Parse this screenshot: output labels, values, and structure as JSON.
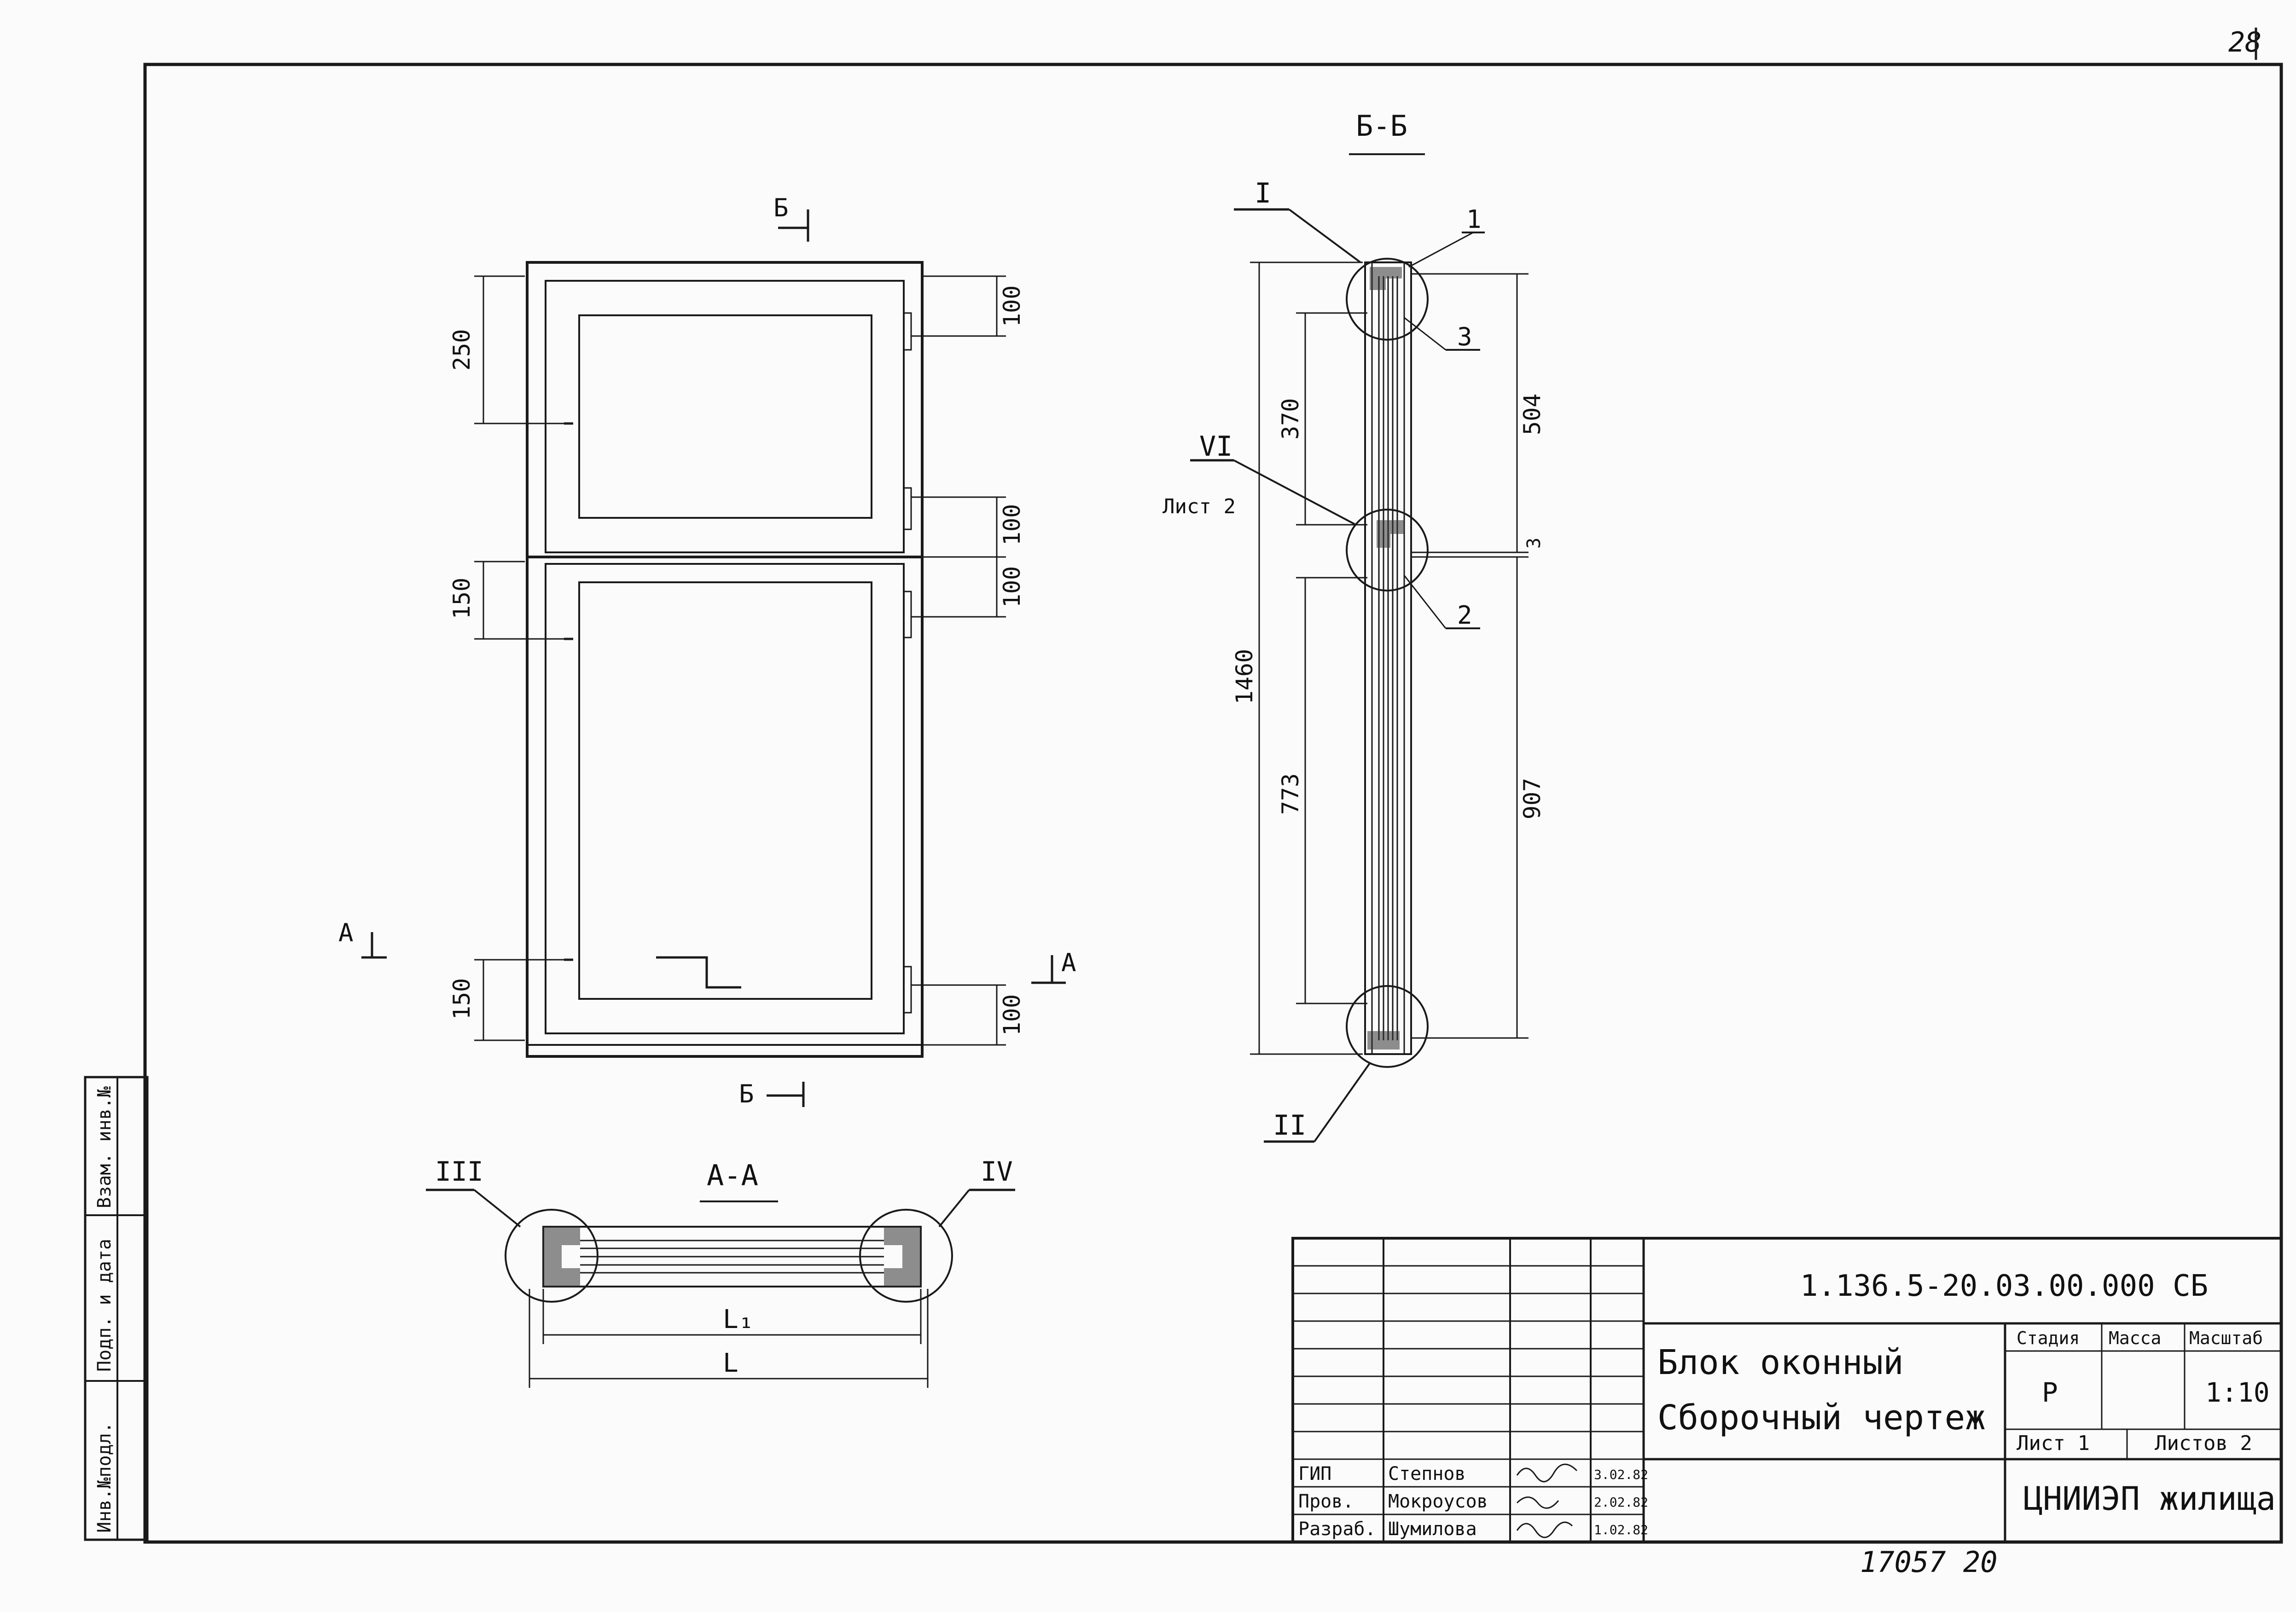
{
  "page_number": "28",
  "sections": {
    "bb_top": "Б",
    "bb_bottom": "Б",
    "aa_left": "А",
    "aa_right": "А",
    "bb_title": "Б-Б",
    "aa_title": "А-А"
  },
  "front_view_dims": {
    "d250": "250",
    "d150a": "150",
    "d150b": "150",
    "d100a": "100",
    "d100b": "100",
    "d100c": "100",
    "d100d": "100"
  },
  "section_bb": {
    "callouts": {
      "I": "I",
      "VI": "VI",
      "II": "II"
    },
    "sheet_ref": "Лист 2",
    "positions": {
      "p1": "1",
      "p2": "2",
      "p3": "3"
    },
    "dims": {
      "d370": "370",
      "d1460": "1460",
      "d773": "773",
      "d504": "504",
      "d3": "3",
      "d907": "907"
    }
  },
  "section_aa": {
    "callouts": {
      "III": "III",
      "IV": "IV"
    },
    "dims": {
      "L1": "L₁",
      "L": "L"
    }
  },
  "left_margin_stamp": {
    "cols": [
      "Инв.№подл.",
      "Подп. и дата",
      "Взам. инв.№"
    ]
  },
  "title_block": {
    "doc_code": "1.136.5-20.03.00.000 СБ",
    "title_line1": "Блок оконный",
    "title_line2": "Сборочный чертеж",
    "stage_header": "Стадия",
    "mass_header": "Масса",
    "scale_header": "Масштаб",
    "stage": "Р",
    "scale": "1:10",
    "sheet_label": "Лист 1",
    "sheets_label": "Листов 2",
    "org": "ЦНИИЭП жилища",
    "signers": [
      {
        "role": "ГИП",
        "name": "Степнов",
        "date": "3.02.82"
      },
      {
        "role": "Пров.",
        "name": "Мокроусов",
        "date": "2.02.82"
      },
      {
        "role": "Разраб.",
        "name": "Шумилова",
        "date": "1.02.82"
      }
    ]
  },
  "bottom_number": "17057 20"
}
